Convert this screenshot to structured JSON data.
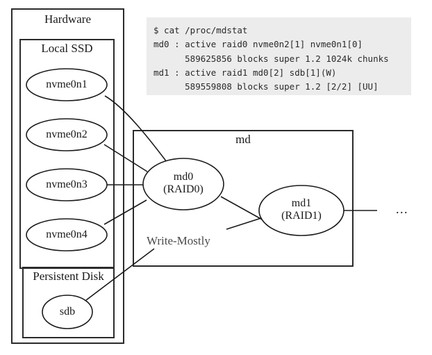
{
  "diagram": {
    "clusters": [
      {
        "id": "hardware",
        "label": "Hardware"
      },
      {
        "id": "local-ssd",
        "label": "Local SSD"
      },
      {
        "id": "persistent-disk",
        "label": "Persistent Disk"
      },
      {
        "id": "md",
        "label": "md"
      }
    ],
    "nodes": [
      {
        "id": "nvme0n1",
        "label": "nvme0n1"
      },
      {
        "id": "nvme0n2",
        "label": "nvme0n2"
      },
      {
        "id": "nvme0n3",
        "label": "nvme0n3"
      },
      {
        "id": "nvme0n4",
        "label": "nvme0n4"
      },
      {
        "id": "sdb",
        "label": "sdb"
      },
      {
        "id": "md0",
        "label_line1": "md0",
        "label_line2": "(RAID0)"
      },
      {
        "id": "md1",
        "label_line1": "md1",
        "label_line2": "(RAID1)"
      }
    ],
    "annotations": [
      {
        "id": "write-mostly",
        "label": "Write-Mostly"
      },
      {
        "id": "continuation",
        "label": "..."
      }
    ],
    "colors": {
      "box_stroke": "#2b2b2b",
      "node_stroke": "#1a1a1a",
      "text": "#1a1a1a",
      "note_text": "#4a4a4a",
      "terminal_background": "#ececec",
      "terminal_text": "#2a2a2a",
      "page_background": "#ffffff"
    }
  },
  "terminal": {
    "lines": [
      "$ cat /proc/mdstat",
      "md0 : active raid0 nvme0n2[1] nvme0n1[0]",
      "      589625856 blocks super 1.2 1024k chunks",
      "md1 : active raid1 md0[2] sdb[1](W)",
      "      589559808 blocks super 1.2 [2/2] [UU]"
    ],
    "text": "$ cat /proc/mdstat\nmd0 : active raid0 nvme0n2[1] nvme0n1[0]\n      589625856 blocks super 1.2 1024k chunks\nmd1 : active raid1 md0[2] sdb[1](W)\n      589559808 blocks super 1.2 [2/2] [UU]"
  }
}
